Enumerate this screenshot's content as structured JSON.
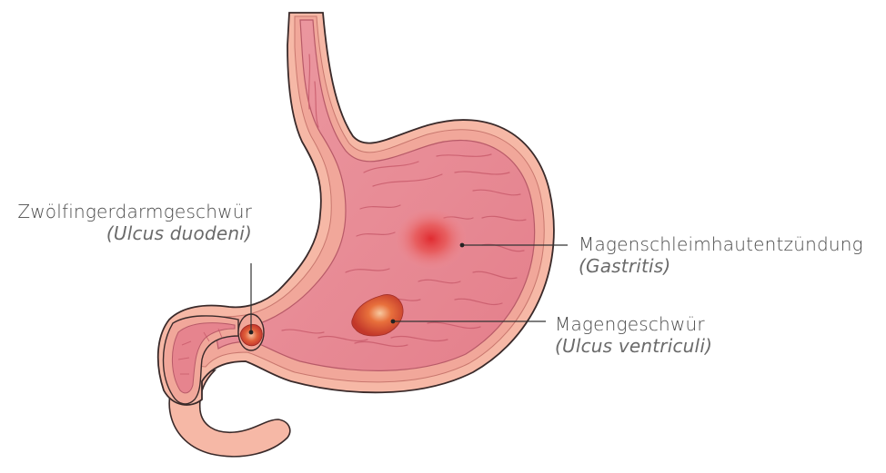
{
  "diagram": {
    "labels": [
      {
        "id": "ulcus-duodeni",
        "name": "Zwölfingerdarmgeschwür",
        "latin": "(Ulcus duodeni)"
      },
      {
        "id": "gastritis",
        "name": "Magenschleimhautentzündung",
        "latin": "(Gastritis)"
      },
      {
        "id": "ulcus-ventriculi",
        "name": "Magengeschwür",
        "latin": "(Ulcus ventriculi)"
      }
    ],
    "colors": {
      "outer_wall": "#f6b8a6",
      "outer_stroke": "#3a2a2a",
      "muscle_layer": "#f1a79a",
      "inner_lining": "#e6848e",
      "mucosa_folds": "#c95c6c",
      "inflammation": "#e23a3a",
      "ulcer": "#d9492e",
      "leader_line": "#333333",
      "label_text": "#4a4a4a"
    }
  }
}
